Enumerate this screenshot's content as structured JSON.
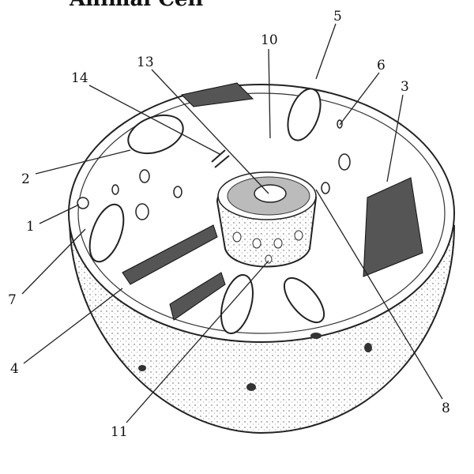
{
  "title": "Animal Cell",
  "labels": [
    "1",
    "2",
    "3",
    "4",
    "5",
    "6",
    "7",
    "8",
    "10",
    "11",
    "13",
    "14"
  ]
}
